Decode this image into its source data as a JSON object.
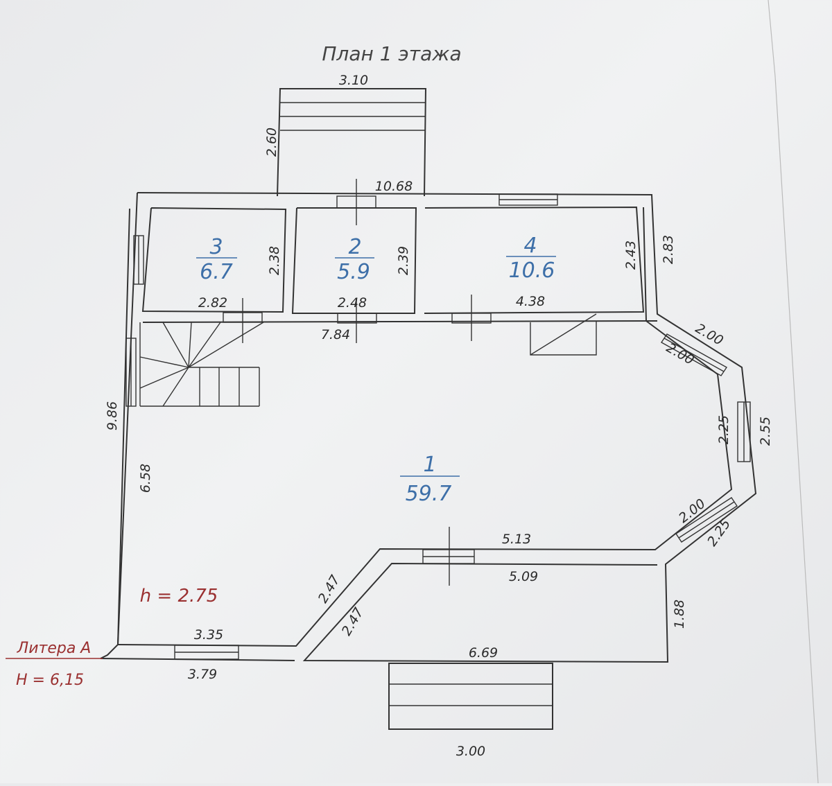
{
  "title": "План 1 этажа",
  "rooms": [
    {
      "number": "1",
      "area": "59.7"
    },
    {
      "number": "2",
      "area": "5.9"
    },
    {
      "number": "3",
      "area": "6.7"
    },
    {
      "number": "4",
      "area": "10.6"
    }
  ],
  "dimensions": {
    "porch_top_width": "3.10",
    "porch_top_depth": "2.60",
    "top_overall": "10.68",
    "room3_height": "2.38",
    "room2_height": "2.39",
    "room4_height": "2.43",
    "right_upper": "2.83",
    "room3_width": "2.82",
    "room2_width": "2.48",
    "room4_width": "4.38",
    "corridor_width": "7.84",
    "diag_upper_outer": "2.00",
    "diag_upper_inner": "2.00",
    "right_inner": "2.25",
    "right_outer": "2.55",
    "left_outer": "9.86",
    "left_inner": "6.58",
    "diag_lower_inner": "2.00",
    "diag_lower_outer": "2.25",
    "mid_upper": "5.13",
    "mid_lower": "5.09",
    "slant_outer": "2.47",
    "slant_inner": "2.47",
    "right_lower": "1.88",
    "bottom_left_inner": "3.35",
    "bottom_left_outer": "3.79",
    "bottom_right": "6.69",
    "porch_bottom": "3.00"
  },
  "ceiling_height": "h = 2.75",
  "litera": "Литера А",
  "total_height": "H = 6,15",
  "colors": {
    "room_text": "#3d6fa8",
    "annotation_red": "#9a3030",
    "lines": "#333333"
  }
}
